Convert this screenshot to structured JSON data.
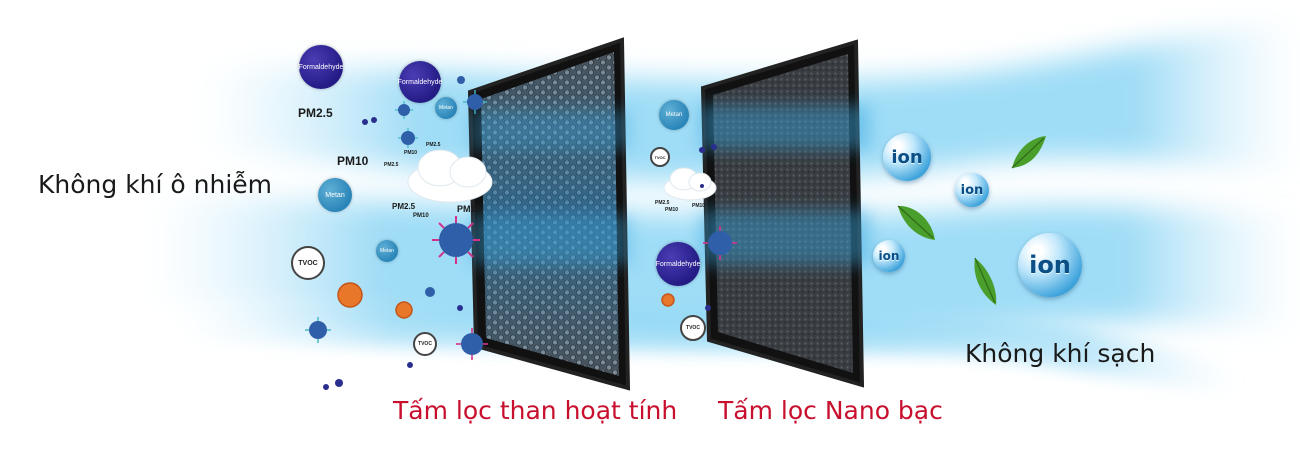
{
  "labels": {
    "polluted_air": "Không khí ô nhiễm",
    "clean_air": "Không khí sạch",
    "filter_1": "Tấm lọc than hoạt tính",
    "filter_2": "Tấm lọc Nano bạc"
  },
  "pollutants": {
    "formaldehyde": "Formaldehyde",
    "metan": "Metan",
    "tvoc": "TVOC",
    "pm25": "PM2.5",
    "pm10": "PM10"
  },
  "ion_label": "ion",
  "colors": {
    "filter_label": "#c8102e",
    "air_stream": "#8fd3f2",
    "frame": "#1c1c1c",
    "carbon_mesh": "#5e6a74",
    "silver_mesh": "#3c3f44",
    "leaf": "#4a9e2b",
    "virus": "#2e5fa8",
    "bacteria": "#e8772a"
  },
  "icons": [
    "cloud-icon",
    "virus-icon",
    "bacteria-icon",
    "leaf-icon",
    "ion-bubble-icon"
  ]
}
